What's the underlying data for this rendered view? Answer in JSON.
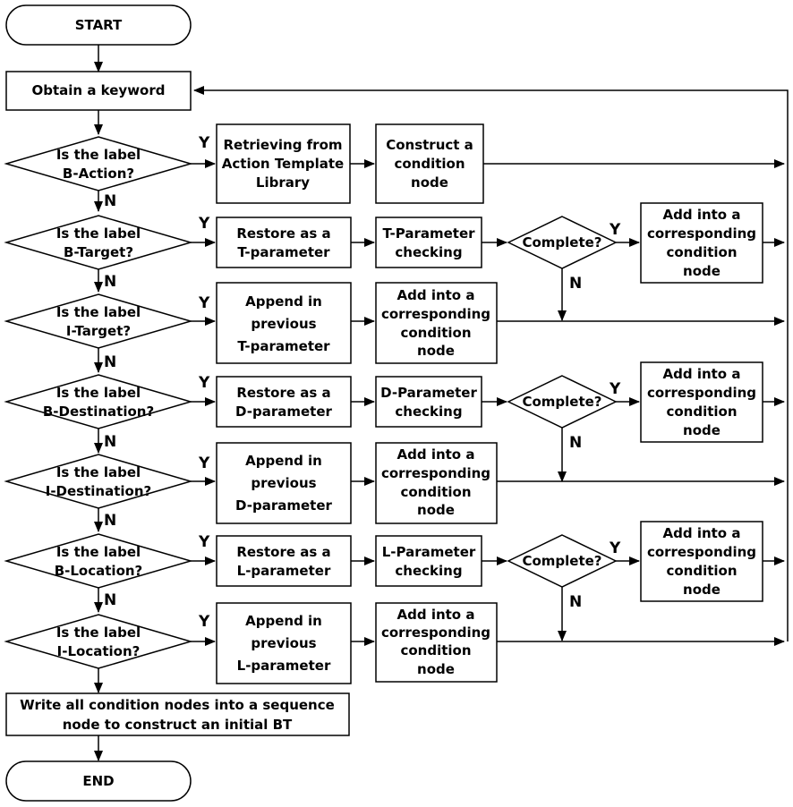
{
  "start": "START",
  "end": "END",
  "obtain": "Obtain a keyword",
  "write": [
    "Write all condition nodes into a sequence",
    "node to construct an initial BT"
  ],
  "yes": "Y",
  "no": "N",
  "q_prefix": "Is the label",
  "questions": [
    "B-Action?",
    "B-Target?",
    "I-Target?",
    "B-Destination?",
    "I-Destination?",
    "B-Location?",
    "I-Location?"
  ],
  "retrieve": [
    "Retrieving from",
    "Action Template",
    "Library"
  ],
  "construct": [
    "Construct a",
    "condition",
    "node"
  ],
  "add_node": [
    "Add into a",
    "corresponding",
    "condition",
    "node"
  ],
  "complete": "Complete?",
  "restore": [
    [
      "Restore as a",
      "T-parameter"
    ],
    [
      "Restore as a",
      "D-parameter"
    ],
    [
      "Restore as a",
      "L-parameter"
    ]
  ],
  "checking": [
    [
      "T-Parameter",
      "checking"
    ],
    [
      "D-Parameter",
      "checking"
    ],
    [
      "L-Parameter",
      "checking"
    ]
  ],
  "append": [
    [
      "Append in",
      "previous",
      "T-parameter"
    ],
    [
      "Append in",
      "previous",
      "D-parameter"
    ],
    [
      "Append in",
      "previous",
      "L-parameter"
    ]
  ]
}
